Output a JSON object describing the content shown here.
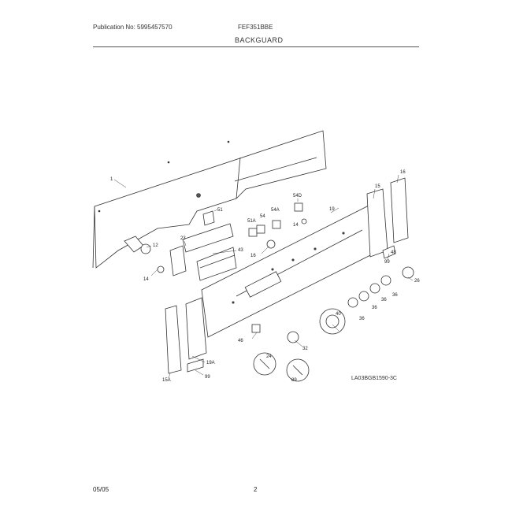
{
  "header": {
    "publication": "Publication No: 5995457570",
    "model": "FEF351BBE",
    "section_title": "BACKGUARD"
  },
  "footer": {
    "date": "05/05",
    "page": "2"
  },
  "diagram": {
    "drawing_code": "LA03BGB1590-3C",
    "part_labels": {
      "p1": "1",
      "p15": "15",
      "p16": "16",
      "p19": "19",
      "p51": "51",
      "p54d": "54D",
      "p54a": "54A",
      "p51a": "51A",
      "p54": "54",
      "p14a": "14",
      "p14b": "14",
      "p12": "12",
      "p23": "23",
      "p43": "43",
      "p16b": "16",
      "p48": "48",
      "p99a": "99",
      "p26": "26",
      "p36a": "36",
      "p36b": "36",
      "p36c": "36",
      "p36d": "36",
      "p40": "40",
      "p46": "46",
      "p32": "32",
      "p24": "24",
      "p89": "89",
      "p19a": "19A",
      "p15a": "15A",
      "p99b": "99"
    }
  }
}
